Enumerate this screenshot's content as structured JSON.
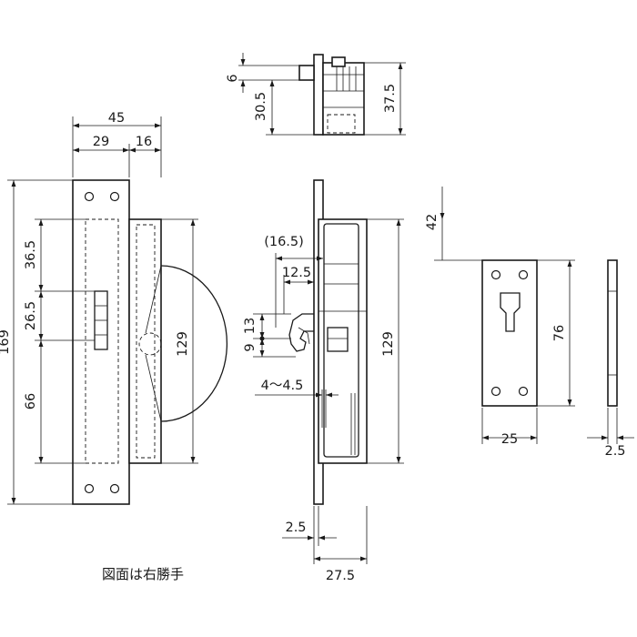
{
  "note": "図面は右勝手",
  "dimensions": {
    "top_6": "6",
    "top_30_5": "30.5",
    "top_37_5": "37.5",
    "width_45": "45",
    "width_29": "29",
    "width_16": "16",
    "height_169": "169",
    "seg_36_5": "36.5",
    "seg_26_5": "26.5",
    "seg_66": "66",
    "front_129": "129",
    "side_16_5": "(16.5)",
    "side_12_5": "12.5",
    "side_13": "13",
    "side_9": "9",
    "side_4_4_5": "4～4.5",
    "side_129": "129",
    "side_2_5": "2.5",
    "side_27_5": "27.5",
    "strike_42": "42",
    "strike_76": "76",
    "strike_25": "25",
    "strike_2_5": "2.5"
  }
}
